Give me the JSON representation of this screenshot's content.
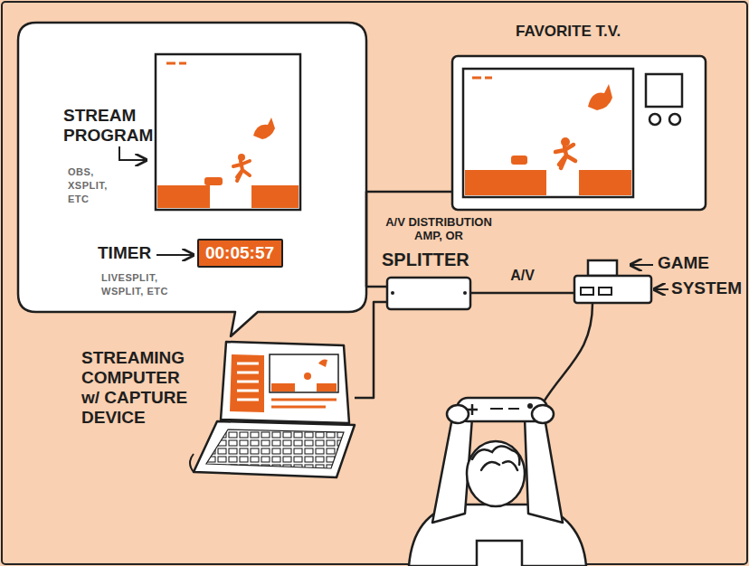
{
  "diagram": {
    "nodes": [
      {
        "text": [
          "STREAM PROGRAM",
          "OBS, XSPLIT, ETC",
          "TIMER",
          "LIVESPLIT, WSPLIT, ETC"
        ]
      },
      {
        "text": [
          "00:05:57"
        ],
        "in": 0
      },
      {
        "text": [
          "FAVORITE T.V."
        ]
      },
      {
        "text": [
          "A/V DISTRIBUTION AMP, OR",
          "SPLITTER"
        ]
      },
      {
        "text": [
          "GAME",
          "SYSTEM"
        ]
      },
      {
        "text": [
          "STREAMING COMPUTER w/ CAPTURE DEVICE"
        ]
      }
    ],
    "edges": [
      {
        "from": 3,
        "to": 2,
        "arrow": "none"
      },
      {
        "from": 3,
        "to": 4,
        "label": "A/V",
        "arrow": "none"
      },
      {
        "from": 3,
        "to": 5,
        "arrow": "none"
      }
    ]
  }
}
